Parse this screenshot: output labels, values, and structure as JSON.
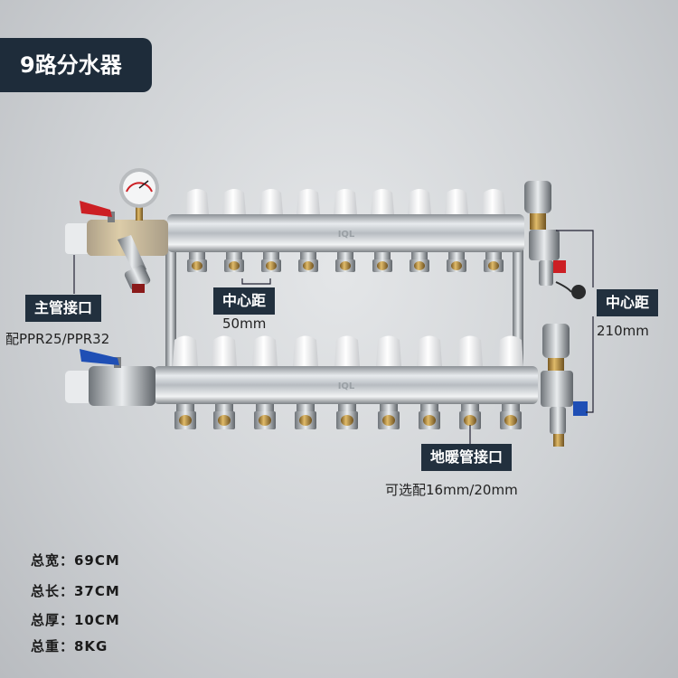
{
  "title": "9路分水器",
  "logo_text": "IQL",
  "labels": {
    "main_pipe": "主管接口",
    "main_pipe_sub": "配PPR25/PPR32",
    "center_distance_small": "中心距",
    "center_distance_small_value": "50mm",
    "center_distance_large": "中心距",
    "center_distance_large_value": "210mm",
    "floor_heating_port": "地暖管接口",
    "floor_heating_port_sub": "可选配16mm/20mm"
  },
  "specs": [
    {
      "label": "总宽：69CM"
    },
    {
      "label": "总长：37CM"
    },
    {
      "label": "总厚：10CM"
    },
    {
      "label": "总重：8KG"
    }
  ],
  "colors": {
    "title_bg": "#1e2c3a",
    "tag_bg": "#22303e",
    "valve_red": "#cc1f24",
    "valve_blue": "#1f4fb5",
    "fitting_brass": "#b08a3e"
  },
  "branch_count": 9
}
